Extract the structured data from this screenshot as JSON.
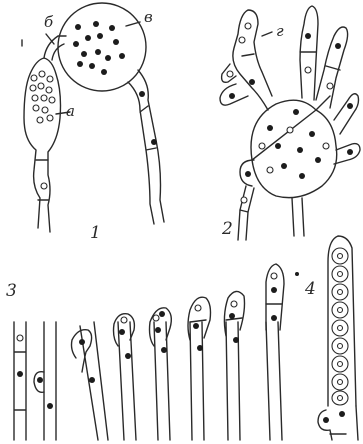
{
  "figure": {
    "panel_numbers": [
      "1",
      "2",
      "3",
      "4"
    ],
    "part_labels": {
      "a": "а",
      "b": "б",
      "v": "в",
      "g": "г"
    }
  }
}
